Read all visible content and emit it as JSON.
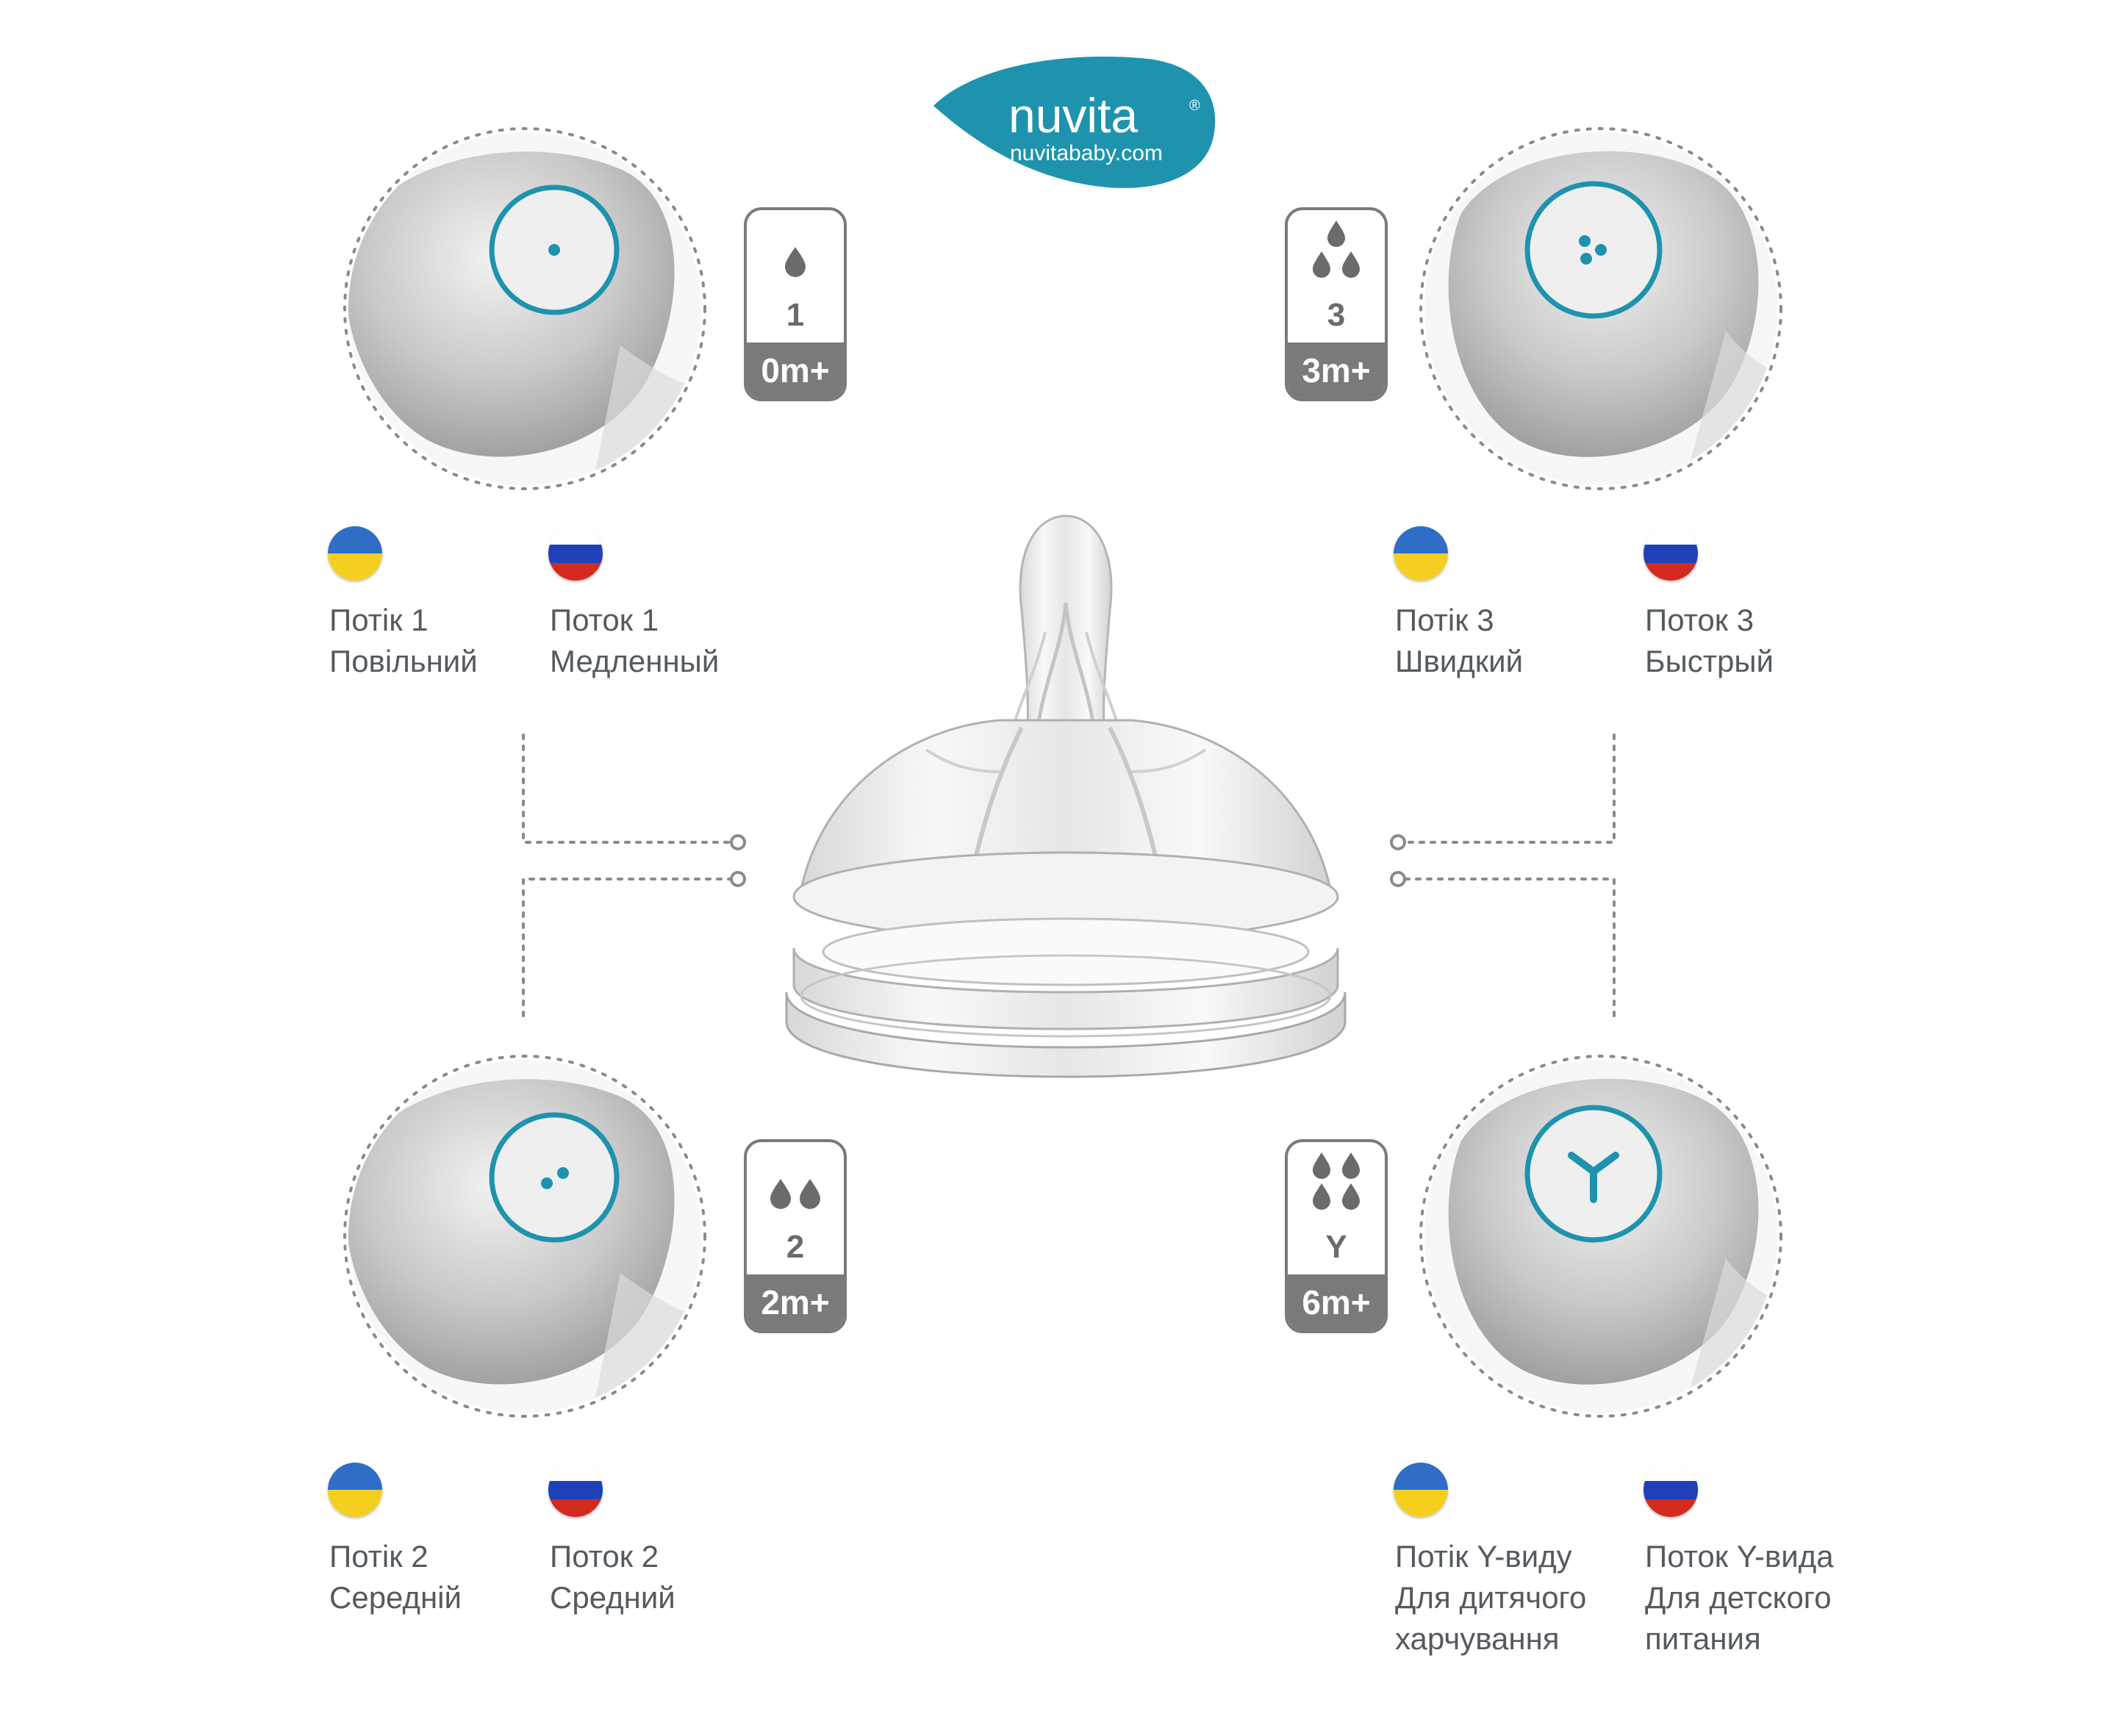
{
  "brand": {
    "name": "nuvita",
    "registered_mark": "®",
    "website": "nuvitababy.com",
    "logo_color": "#1f93ad"
  },
  "colors": {
    "accent": "#1f93ad",
    "badge_gray": "#7a7a7a",
    "text_gray": "#555a5f",
    "dotted_line": "#8a8a8a"
  },
  "flows": [
    {
      "id": "flow1",
      "badge_number": "1",
      "age": "0m+",
      "drops_icon": "one-drop-icon",
      "hole_icon": "single-hole-icon",
      "ua": {
        "line1": "Потік 1",
        "line2": "Повільний"
      },
      "ru": {
        "line1": "Поток 1",
        "line2": "Медленный"
      }
    },
    {
      "id": "flow3",
      "badge_number": "3",
      "age": "3m+",
      "drops_icon": "three-drops-icon",
      "hole_icon": "triple-hole-icon",
      "ua": {
        "line1": "Потік 3",
        "line2": "Швидкий"
      },
      "ru": {
        "line1": "Поток 3",
        "line2": "Быстрый"
      }
    },
    {
      "id": "flow2",
      "badge_number": "2",
      "age": "2m+",
      "drops_icon": "two-drops-icon",
      "hole_icon": "double-hole-icon",
      "ua": {
        "line1": "Потік 2",
        "line2": "Середній"
      },
      "ru": {
        "line1": "Поток 2",
        "line2": "Средний"
      }
    },
    {
      "id": "flowY",
      "badge_number": "Y",
      "age": "6m+",
      "drops_icon": "four-drops-icon",
      "hole_icon": "y-cut-icon",
      "ua": {
        "line1": "Потік Y-виду",
        "line2": "Для дитячого",
        "line3": "харчування"
      },
      "ru": {
        "line1": "Поток Y-вида",
        "line2": "Для детского",
        "line3": "питания"
      }
    }
  ],
  "icons": {
    "ua_flag": "ukraine-flag-icon",
    "ru_flag": "russia-flag-icon",
    "center_image": "teat-nipple-image"
  }
}
